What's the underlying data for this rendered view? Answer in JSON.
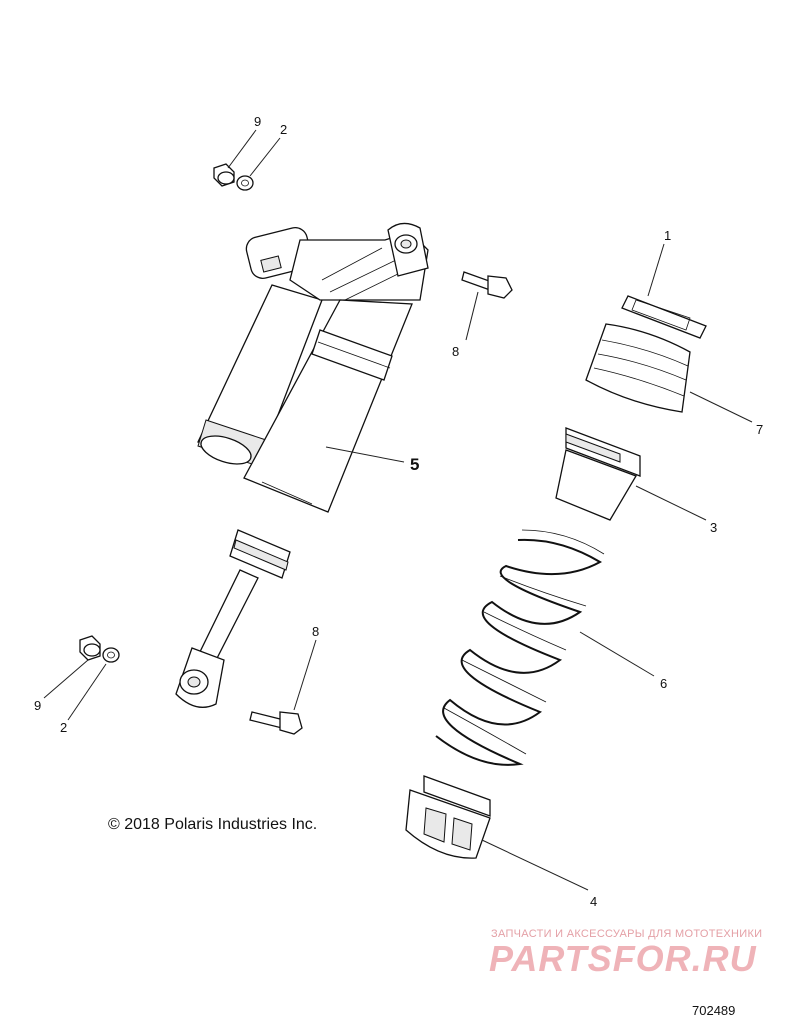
{
  "callouts": [
    {
      "id": "c9a",
      "text": "9"
    },
    {
      "id": "c2a",
      "text": "2"
    },
    {
      "id": "c1",
      "text": "1"
    },
    {
      "id": "c8a",
      "text": "8"
    },
    {
      "id": "c7",
      "text": "7"
    },
    {
      "id": "c5",
      "text": "5"
    },
    {
      "id": "c3",
      "text": "3"
    },
    {
      "id": "c8b",
      "text": "8"
    },
    {
      "id": "c6",
      "text": "6"
    },
    {
      "id": "c9b",
      "text": "9"
    },
    {
      "id": "c2b",
      "text": "2"
    },
    {
      "id": "c4",
      "text": "4"
    }
  ],
  "copyright": "© 2018 Polaris Industries Inc.",
  "watermark": {
    "tagline": "ЗАПЧАСТИ И АКСЕССУАРЫ ДЛЯ МОТОТЕХНИКИ",
    "logo": "PARTSFOR.RU",
    "color": "#efb3b8"
  },
  "figure_id": "702489"
}
